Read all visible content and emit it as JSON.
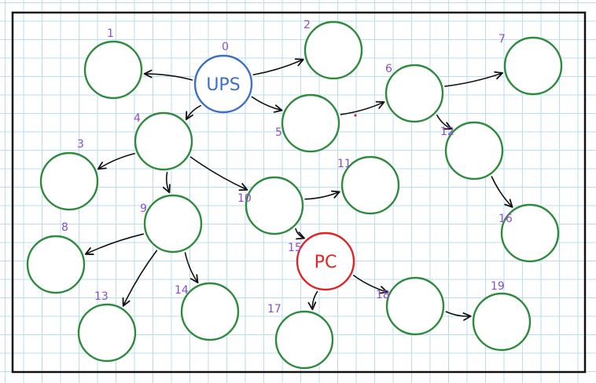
{
  "colors": {
    "node_default": "#2e8b3e",
    "node_ups": "#3d6fc4",
    "node_pc": "#e02424",
    "label": "#8a4fc9",
    "edge": "#111111",
    "frame": "#111111",
    "grid": "#b9dcef"
  },
  "nodes": [
    {
      "id": "0",
      "label": "0",
      "text": "UPS",
      "kind": "ups"
    },
    {
      "id": "1",
      "label": "1",
      "text": "",
      "kind": "default"
    },
    {
      "id": "2",
      "label": "2",
      "text": "",
      "kind": "default"
    },
    {
      "id": "3",
      "label": "3",
      "text": "",
      "kind": "default"
    },
    {
      "id": "4",
      "label": "4",
      "text": "",
      "kind": "default"
    },
    {
      "id": "5",
      "label": "5",
      "text": "",
      "kind": "default"
    },
    {
      "id": "6",
      "label": "6",
      "text": "",
      "kind": "default"
    },
    {
      "id": "7",
      "label": "7",
      "text": "",
      "kind": "default"
    },
    {
      "id": "8",
      "label": "8",
      "text": "",
      "kind": "default"
    },
    {
      "id": "9",
      "label": "9",
      "text": "",
      "kind": "default"
    },
    {
      "id": "10",
      "label": "10",
      "text": "",
      "kind": "default"
    },
    {
      "id": "11",
      "label": "11",
      "text": "",
      "kind": "default"
    },
    {
      "id": "12",
      "label": "12",
      "text": "",
      "kind": "default"
    },
    {
      "id": "13",
      "label": "13",
      "text": "",
      "kind": "default"
    },
    {
      "id": "14",
      "label": "14",
      "text": "",
      "kind": "default"
    },
    {
      "id": "15",
      "label": "15",
      "text": "PC",
      "kind": "pc"
    },
    {
      "id": "16",
      "label": "16",
      "text": "",
      "kind": "default"
    },
    {
      "id": "17",
      "label": "17",
      "text": "",
      "kind": "default"
    },
    {
      "id": "18",
      "label": "18",
      "text": "",
      "kind": "default"
    },
    {
      "id": "19",
      "label": "19",
      "text": "",
      "kind": "default"
    }
  ],
  "edges": [
    {
      "from": "0",
      "to": "1"
    },
    {
      "from": "0",
      "to": "2"
    },
    {
      "from": "0",
      "to": "5"
    },
    {
      "from": "0",
      "to": "4"
    },
    {
      "from": "5",
      "to": "6"
    },
    {
      "from": "6",
      "to": "7"
    },
    {
      "from": "6",
      "to": "12"
    },
    {
      "from": "12",
      "to": "16"
    },
    {
      "from": "4",
      "to": "3"
    },
    {
      "from": "4",
      "to": "9"
    },
    {
      "from": "4",
      "to": "10"
    },
    {
      "from": "10",
      "to": "11"
    },
    {
      "from": "10",
      "to": "15"
    },
    {
      "from": "9",
      "to": "8"
    },
    {
      "from": "9",
      "to": "13"
    },
    {
      "from": "9",
      "to": "14"
    },
    {
      "from": "15",
      "to": "17"
    },
    {
      "from": "15",
      "to": "18"
    },
    {
      "from": "18",
      "to": "19"
    }
  ]
}
